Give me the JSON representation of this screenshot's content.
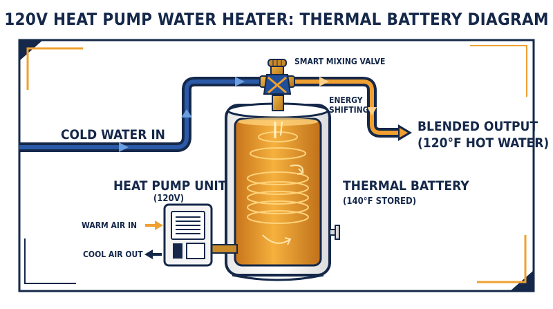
{
  "title": "120V HEAT PUMP WATER HEATER: THERMAL BATTERY DIAGRAM",
  "labels": {
    "mixing_valve": "SMART MIXING VALVE",
    "energy_shifting_1": "ENERGY",
    "energy_shifting_2": "SHIFTING",
    "cold_water_in": "COLD WATER IN",
    "blended_output": "BLENDED OUTPUT",
    "blended_output_sub": "(120°F HOT WATER)",
    "heat_pump_unit": "HEAT PUMP UNIT",
    "heat_pump_unit_sub": "(120V)",
    "thermal_battery": "THERMAL BATTERY",
    "thermal_battery_sub": "(140°F STORED)",
    "warm_air_in": "WARM AIR IN",
    "cool_air_out": "COOL AIR OUT"
  },
  "colors": {
    "navy": "#15284a",
    "blue_pipe": "#1f4f9a",
    "orange": "#f0a030",
    "copper": "#c98a2a",
    "hot_fill": "#e89a2a"
  }
}
